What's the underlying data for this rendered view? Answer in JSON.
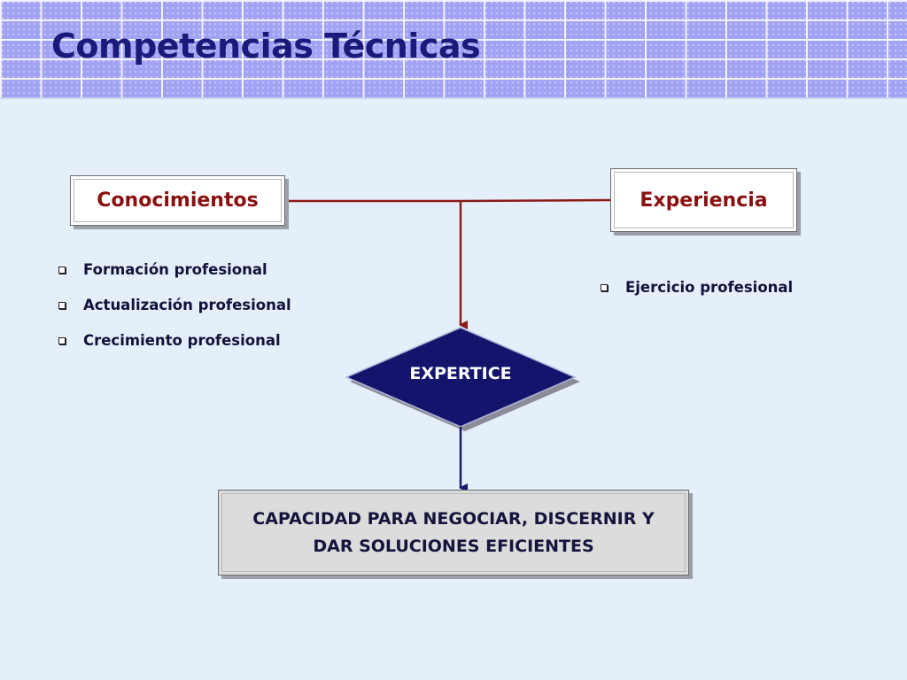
{
  "slide": {
    "title": "Competencias Técnicas"
  },
  "diagram": {
    "conocimientos": {
      "label": "Conocimientos",
      "items": [
        "Formación profesional",
        "Actualización profesional",
        "Crecimiento profesional"
      ]
    },
    "experiencia": {
      "label": "Experiencia",
      "items": [
        "Ejercicio profesional"
      ]
    },
    "decision": {
      "label": "EXPERTICE"
    },
    "result": {
      "line1": "CAPACIDAD PARA NEGOCIAR, DISCERNIR Y",
      "line2": "DAR SOLUCIONES EFICIENTES"
    }
  },
  "colors": {
    "header_bg": "#a2a2f4",
    "title_text": "#1a1a7a",
    "box_label": "#8a1010",
    "connector_red": "#8b1a1a",
    "connector_blue": "#1a1a6e",
    "diamond_fill": "#14146c",
    "result_box_bg": "#dcdcdc"
  }
}
